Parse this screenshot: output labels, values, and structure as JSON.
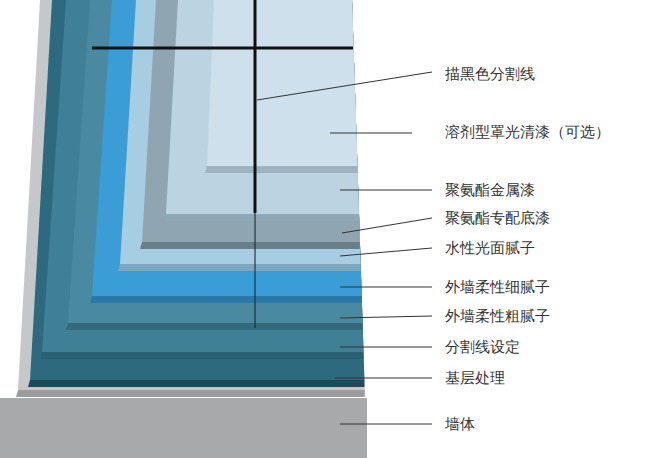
{
  "diagram": {
    "labels": [
      "描黑色分割线",
      "溶剂型罩光清漆（可选）",
      "聚氨酯金属漆",
      "聚氨酯专配底漆",
      "水性光面腻子",
      "外墙柔性细腻子",
      "外墙柔性粗腻子",
      "分割线设定",
      "基层处理",
      "墙体"
    ]
  }
}
